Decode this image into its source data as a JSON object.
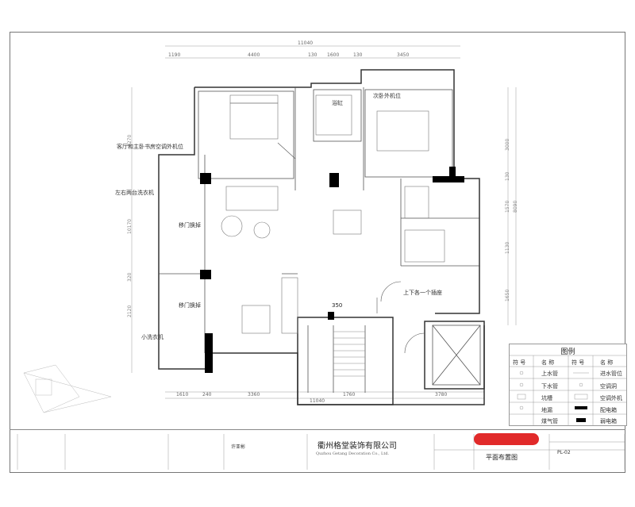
{
  "dimensions": {
    "top_total": "11040",
    "top_segments": [
      "1190",
      "4400",
      "130",
      "1600",
      "130",
      "3450"
    ],
    "bottom_total": "11040",
    "bottom_segments": [
      "1610",
      "240",
      "3360",
      "1760",
      "3780"
    ],
    "left": [
      "3270",
      "10170",
      "320",
      "2120"
    ],
    "right": [
      "3000",
      "130",
      "1570",
      "1130",
      "1650"
    ],
    "right_total": "8090"
  },
  "annotations": {
    "bathtub": "浴缸",
    "ac_unit_secondary": "次卧外机位",
    "ac_unit_living": "客厅和主卧书房空调外机位",
    "washer_left": "左右两台洗衣机",
    "sliding_door_1": "移门换掉",
    "sliding_door_2": "移门换掉",
    "small_washer": "小洗衣机",
    "socket_note": "上下各一个插座",
    "dim_350": "350"
  },
  "legend": {
    "title": "图例",
    "header_symbol": "符 号",
    "header_name": "名 称",
    "rows": [
      {
        "left": "上水管",
        "right": "进水管位"
      },
      {
        "left": "下水管",
        "right": "空调洞"
      },
      {
        "left": "坑槽",
        "right": "空调外机"
      },
      {
        "left": "地漏",
        "right": "配电箱"
      },
      {
        "left": "煤气管",
        "right": "弱电箱"
      }
    ]
  },
  "title_block": {
    "company": "衢州格堂装饰有限公司",
    "company_en": "Quzhou Getang Decoration Co., Ltd.",
    "drawing_title": "平面布置图",
    "drawing_no": "PL-02",
    "designer_sig": "许亚彬"
  }
}
